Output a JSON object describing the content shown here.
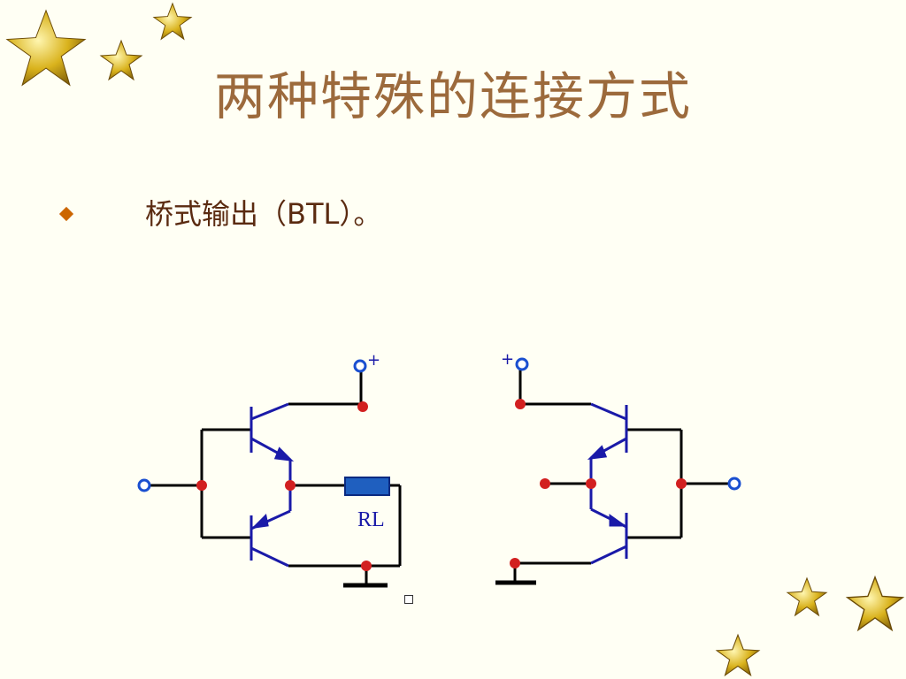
{
  "slide": {
    "title": "两种特殊的连接方式",
    "bullet": {
      "text": "桥式输出（BTL）。",
      "icon": "diamond-bullet-icon",
      "icon_color": "#cc6600"
    }
  },
  "circuit": {
    "load_label": "RL",
    "supply_symbol": "+",
    "wire_color": "#000000",
    "transistor_color": "#1a1aa8",
    "node_color": "#d22020",
    "terminal_color": "#1a4fd0",
    "load_fill": "#1f5fbf"
  },
  "decorations": {
    "star_icon": "star-icon",
    "star_color": "#d4b020"
  }
}
